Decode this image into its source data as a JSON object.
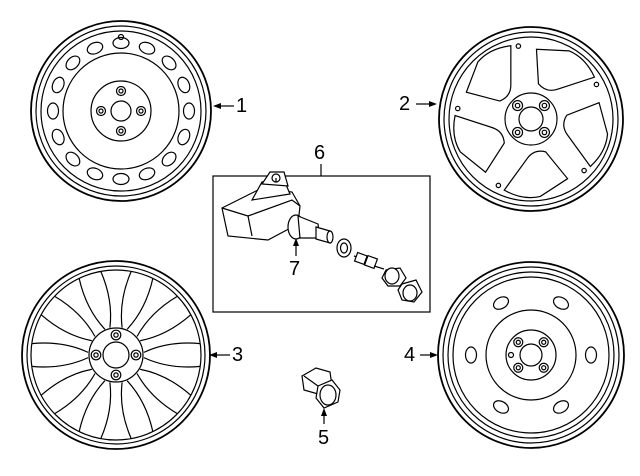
{
  "callouts": {
    "wheel_steel_16": "1",
    "wheel_alloy_5spoke": "2",
    "wheel_alloy_10spoke": "3",
    "wheel_spare": "4",
    "lug_nut": "5",
    "tpms_kit": "6",
    "valve_stem": "7"
  },
  "colors": {
    "line": "#000000",
    "background": "#ffffff"
  }
}
